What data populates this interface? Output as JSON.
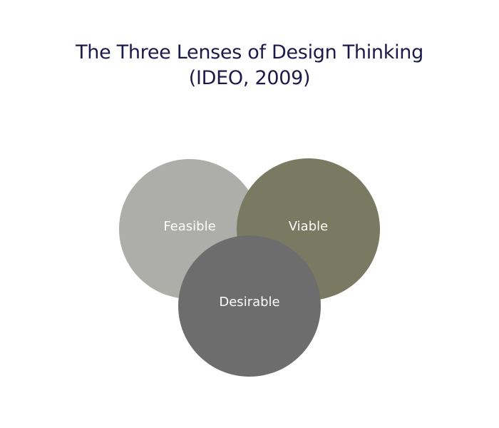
{
  "title": {
    "line1": "The Three Lenses of Design Thinking",
    "line2": "(IDEO, 2009)"
  },
  "lenses": [
    {
      "label": "Feasible",
      "color": "#adaeaa"
    },
    {
      "label": "Viable",
      "color": "#7a7a63"
    },
    {
      "label": "Desirable",
      "color": "#6d6d6d"
    }
  ]
}
